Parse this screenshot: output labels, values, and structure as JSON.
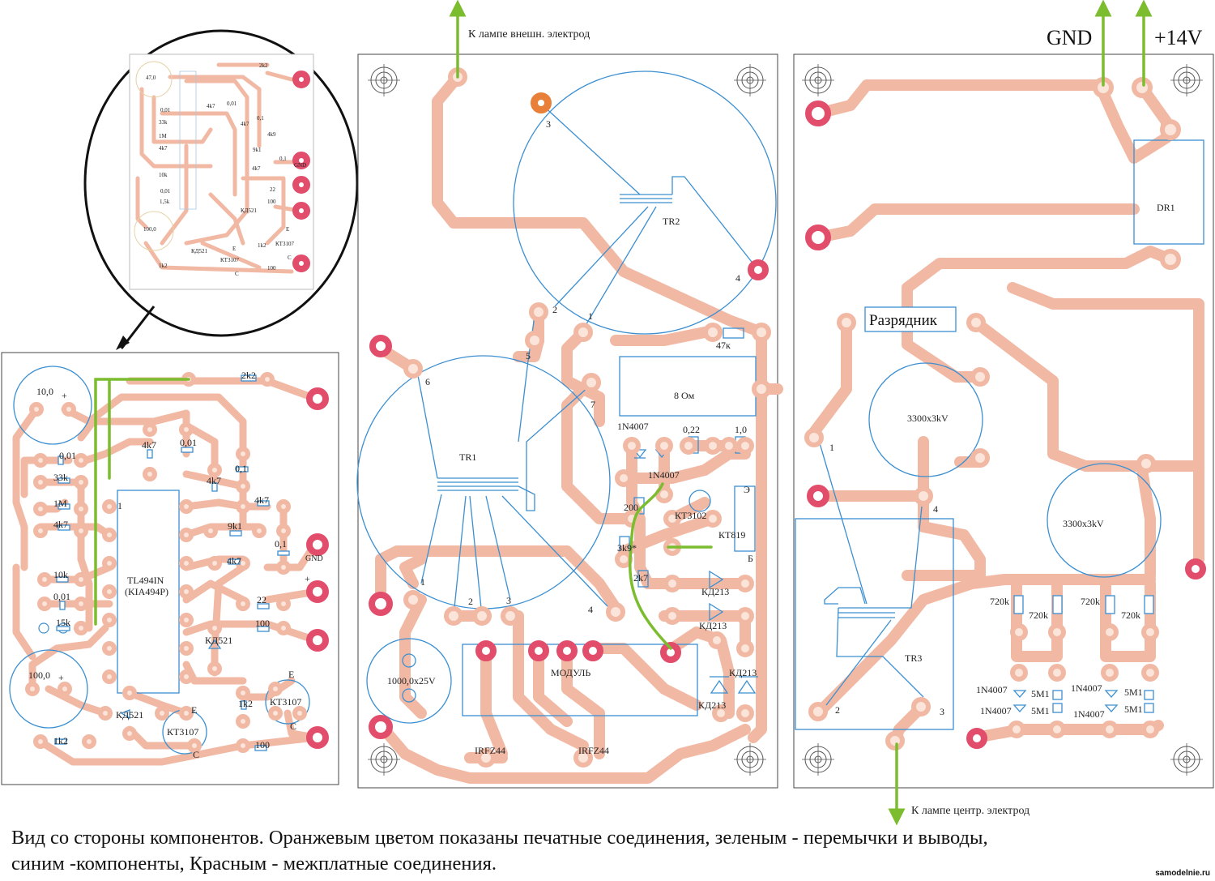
{
  "left_board": {
    "inset_labels": [
      "47,0",
      "2k2",
      "4k7",
      "0,01",
      "0,01",
      "33k",
      "0,1",
      "1M",
      "4k7",
      "4k9",
      "4k7",
      "9k1",
      "0,1",
      "GND",
      "10k",
      "4k7",
      "0,01",
      "22",
      "1,5k",
      "100",
      "КД521",
      "100,0",
      "1k2",
      "КТ3107",
      "КД521",
      "КТ3107",
      "1k2",
      "100",
      "E",
      "C",
      "E",
      "C"
    ],
    "cap_top": "10,0",
    "cap_bottom": "100,0",
    "top_res": "2k2",
    "labels": {
      "c001a": "0,01",
      "r33k": "33k",
      "r1m": "1M",
      "r4k7a": "4k7",
      "r10k": "10k",
      "c001b": "0,01",
      "r15k": "15k",
      "r4k7b": "4k7",
      "c001c": "0,01",
      "r4k7c": "4k7",
      "c01a": "0,1",
      "r4k7d": "4k7",
      "r9k1": "9k1",
      "c01b": "0,1",
      "r4k7e": "4k7",
      "r22": "22",
      "r100a": "100",
      "d521a": "КД521",
      "r1k2a": "1k2",
      "r1k2b": "1k2",
      "d521b": "КД521",
      "r100b": "100"
    },
    "chip_line1": "TL494IN",
    "chip_line2": "(KIA494P)",
    "pin1": "1",
    "gnd": "GND",
    "plus": "+",
    "transistor1": "КТ3107",
    "transistor2": "КТ3107",
    "e": "E",
    "c": "C"
  },
  "middle_board": {
    "arrow_label": "К лампе внешн. электрод",
    "tr2": "TR2",
    "tr1": "TR1",
    "pins": [
      "3",
      "4",
      "2",
      "1",
      "5",
      "6",
      "7",
      "1",
      "2",
      "3",
      "4"
    ],
    "r47k": "47к",
    "r8om": "8 Ом",
    "d1": "1N4007",
    "d2": "1N4007",
    "c022": "0,22",
    "c10": "1,0",
    "r200": "200",
    "r3k9": "3k9*",
    "r2k7": "2k7",
    "q1": "КТ3102",
    "q2": "КТ819",
    "e_ru": "Э",
    "b_ru": "Б",
    "kd213": [
      "КД213",
      "КД213",
      "КД213",
      "КД213"
    ],
    "cap": "1000,0x25V",
    "module": "МОДУЛЬ",
    "irf1": "IRFZ44",
    "irf2": "IRFZ44"
  },
  "right_board": {
    "gnd": "GND",
    "v14": "+14V",
    "dr1": "DR1",
    "razr": "Разрядник",
    "cap1": "3300x3kV",
    "cap2": "3300x3kV",
    "tr3": "TR3",
    "pins": [
      "1",
      "4",
      "2",
      "3"
    ],
    "r720": [
      "720k",
      "720k",
      "720k",
      "720k"
    ],
    "diodes": [
      "1N4007",
      "1N4007",
      "1N4007",
      "1N4007"
    ],
    "r5m1": [
      "5M1",
      "5M1",
      "5M1",
      "5M1"
    ],
    "arrow_label": "К лампе центр. электрод"
  },
  "caption": {
    "line1": "Вид со стороны компонентов. Оранжевым цветом показаны печатные соединения, зеленым - перемычки и выводы,",
    "line2": "синим -компоненты, Красным - межплатные соединения."
  },
  "watermark": "samodelnie.ru",
  "colors": {
    "trace": "#f1b9a4",
    "pad": "#fbe4d9",
    "red_pad": "#e14d6a",
    "component": "#3b8fd1",
    "jumper": "#7cbc2f",
    "orange_pad": "#e8803a"
  }
}
